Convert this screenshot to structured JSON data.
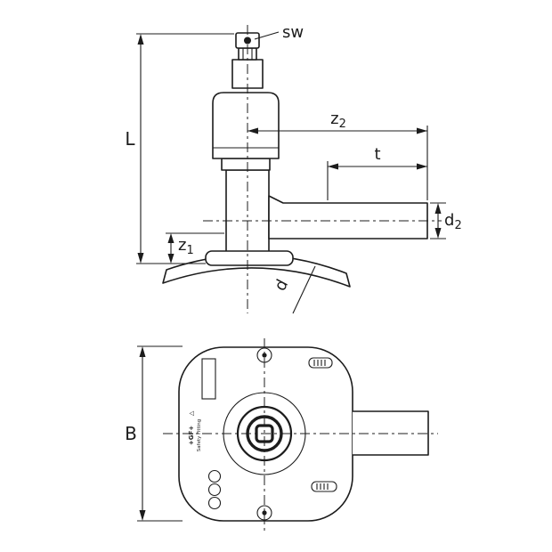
{
  "side_view": {
    "labels": {
      "sw": "sw",
      "L": "L",
      "z2": {
        "base": "z",
        "sub": "2"
      },
      "t": "t",
      "d2": {
        "base": "d",
        "sub": "2"
      },
      "z1": {
        "base": "z",
        "sub": "1"
      },
      "d": "d"
    }
  },
  "plan_view": {
    "labels": {
      "B": "B"
    },
    "markings": {
      "warning_icon": "△",
      "brand": "+GF+",
      "caption": "Safety Fitting"
    }
  },
  "style": {
    "line_color": "#1c1c1c",
    "background": "#ffffff"
  }
}
